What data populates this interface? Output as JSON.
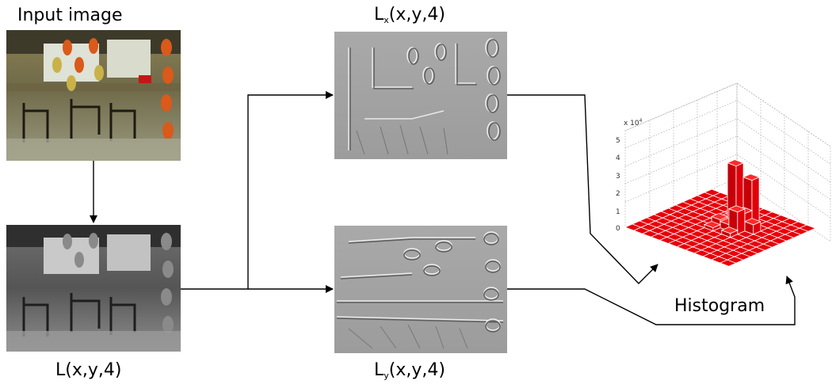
{
  "labels": {
    "input_image": "Input image",
    "lx_main": "L",
    "lx_sub": "x",
    "lx_args": "(x,y,4)",
    "ly_main": "L",
    "ly_sub": "y",
    "ly_args": "(x,y,4)",
    "l_gray": "L(x,y,4)",
    "histogram": "Histogram"
  },
  "histogram_axis": {
    "exponent_label": "x 10",
    "exponent_power": "4",
    "z_ticks": [
      "5",
      "4",
      "3",
      "2",
      "1",
      "0"
    ]
  },
  "colors": {
    "bars": "#e8000a",
    "arrows": "#000000",
    "grid": "#999999"
  }
}
